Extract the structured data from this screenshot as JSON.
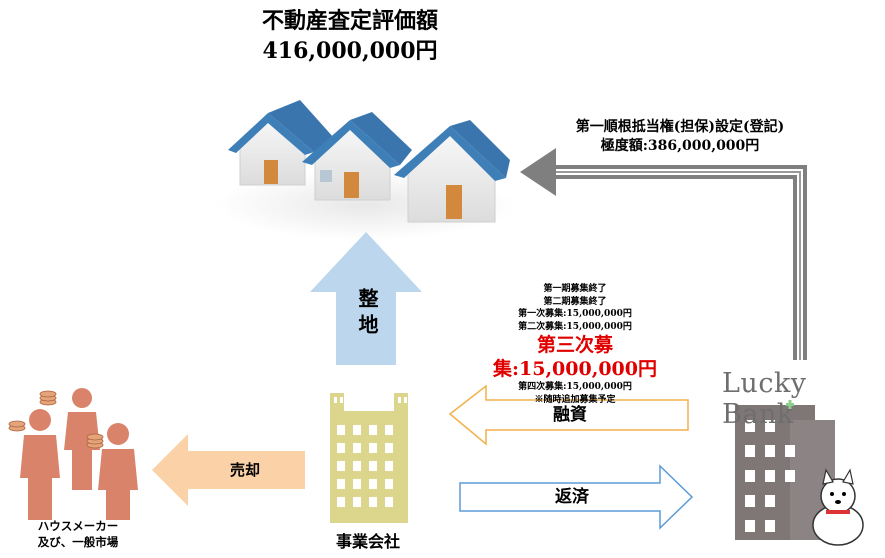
{
  "title": {
    "line1": "不動産査定評価額",
    "line2": "416,000,000円"
  },
  "lien": {
    "line1": "第一順根抵当権(担保)設定(登記)",
    "line2": "極度額:386,000,000円"
  },
  "rounds": [
    {
      "text": "第一期募集終了",
      "highlight": false
    },
    {
      "text": "第二期募集終了",
      "highlight": false
    },
    {
      "text": "第一次募集:15,000,000円",
      "highlight": false
    },
    {
      "text": "第二次募集:15,000,000円",
      "highlight": false
    },
    {
      "text": "第三次募集:15,000,000円",
      "highlight": true
    },
    {
      "text": "第四次募集:15,000,000円",
      "highlight": false
    },
    {
      "text": "※随時追加募集予定",
      "highlight": false
    }
  ],
  "arrows": {
    "seichi": "整地",
    "yushi": "融資",
    "hensai": "返済",
    "baikyaku": "売却"
  },
  "nodes": {
    "company": "事業会社",
    "buyers_line1": "ハウスメーカー",
    "buyers_line2": "及び、一般市場",
    "bank_logo": "Lucky Bank"
  },
  "colors": {
    "highlight": "#e00000",
    "seichi_arrow": "#bcd6ee",
    "baikyaku_arrow": "#fbd1a8",
    "yushi_outline": "#f2b14b",
    "hensai_outline": "#5b9bd5",
    "bank_arrow": "#7f7f7f",
    "roof": "#3e7fb8",
    "building": "#dcd58c",
    "people": "#d9846a"
  }
}
